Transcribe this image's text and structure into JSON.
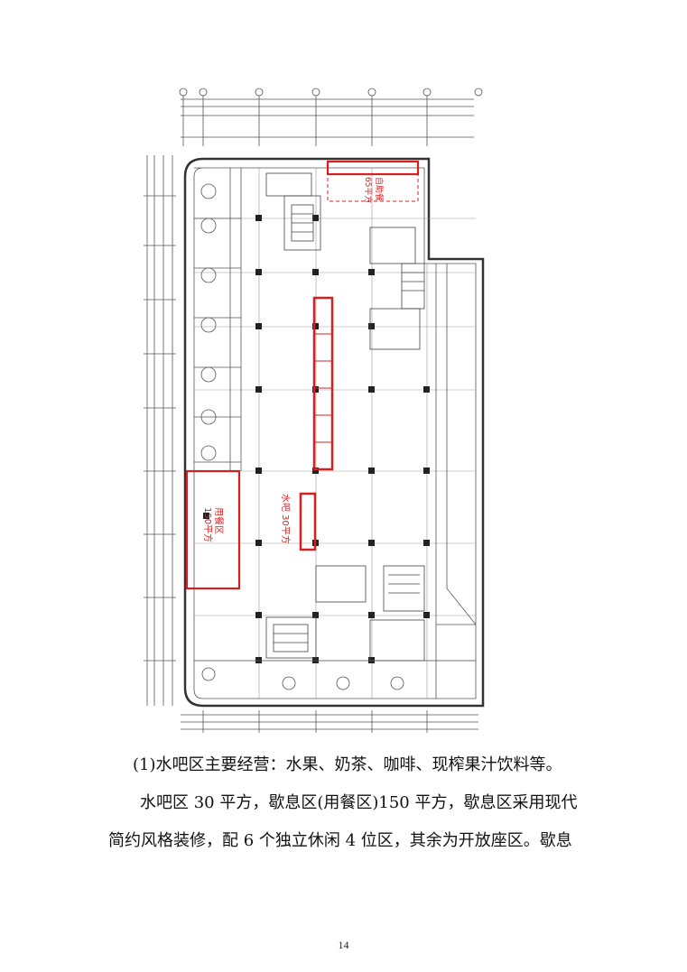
{
  "plan": {
    "labels": {
      "buffet": "自助餐\n65平方",
      "dining": "用餐区\n150平方",
      "waterbar": "水吧 30平方"
    },
    "colors": {
      "line": "#555555",
      "red": "#d42020",
      "grid": "#9a9a9a"
    }
  },
  "text": {
    "para1": "(1)水吧区主要经营：水果、奶茶、咖啡、现榨果汁饮料等。",
    "para2": "水吧区 30 平方，歇息区(用餐区)150 平方，歇息区采用现代",
    "para3": "简约风格装修，配 6 个独立休闲 4 位区，其余为开放座区。歇息"
  },
  "page_number": "14"
}
